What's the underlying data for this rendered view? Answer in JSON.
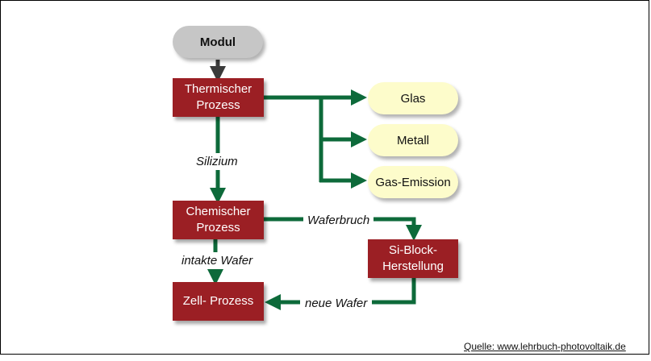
{
  "diagram": {
    "nodes": {
      "modul": "Modul",
      "thermal": "Thermischer Prozess",
      "chemical": "Chemischer Prozess",
      "cell": "Zell- Prozess",
      "siblock": "Si-Block-Herstellung",
      "glas": "Glas",
      "metall": "Metall",
      "gas": "Gas-Emission"
    },
    "edge_labels": {
      "silizium": "Silizium",
      "waferbruch": "Waferbruch",
      "intakte": "intakte Wafer",
      "neue": "neue Wafer"
    },
    "colors": {
      "process": "#9b1f24",
      "arrow": "#0d6a3a",
      "module": "#c6c6c6",
      "output": "#fdfccb"
    }
  },
  "source": "Quelle: www.lehrbuch-photovoltaik.de"
}
